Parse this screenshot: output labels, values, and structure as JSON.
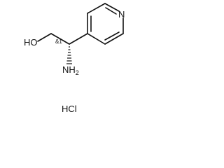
{
  "molecule": {
    "atoms": {
      "hydroxyl": "HO",
      "amine": "NH",
      "amine_subscript": "2",
      "pyridine_nitrogen": "N",
      "stereo_label": "&1"
    },
    "salt": "HCl"
  },
  "colors": {
    "ink": "#111111",
    "background": "#ffffff"
  }
}
